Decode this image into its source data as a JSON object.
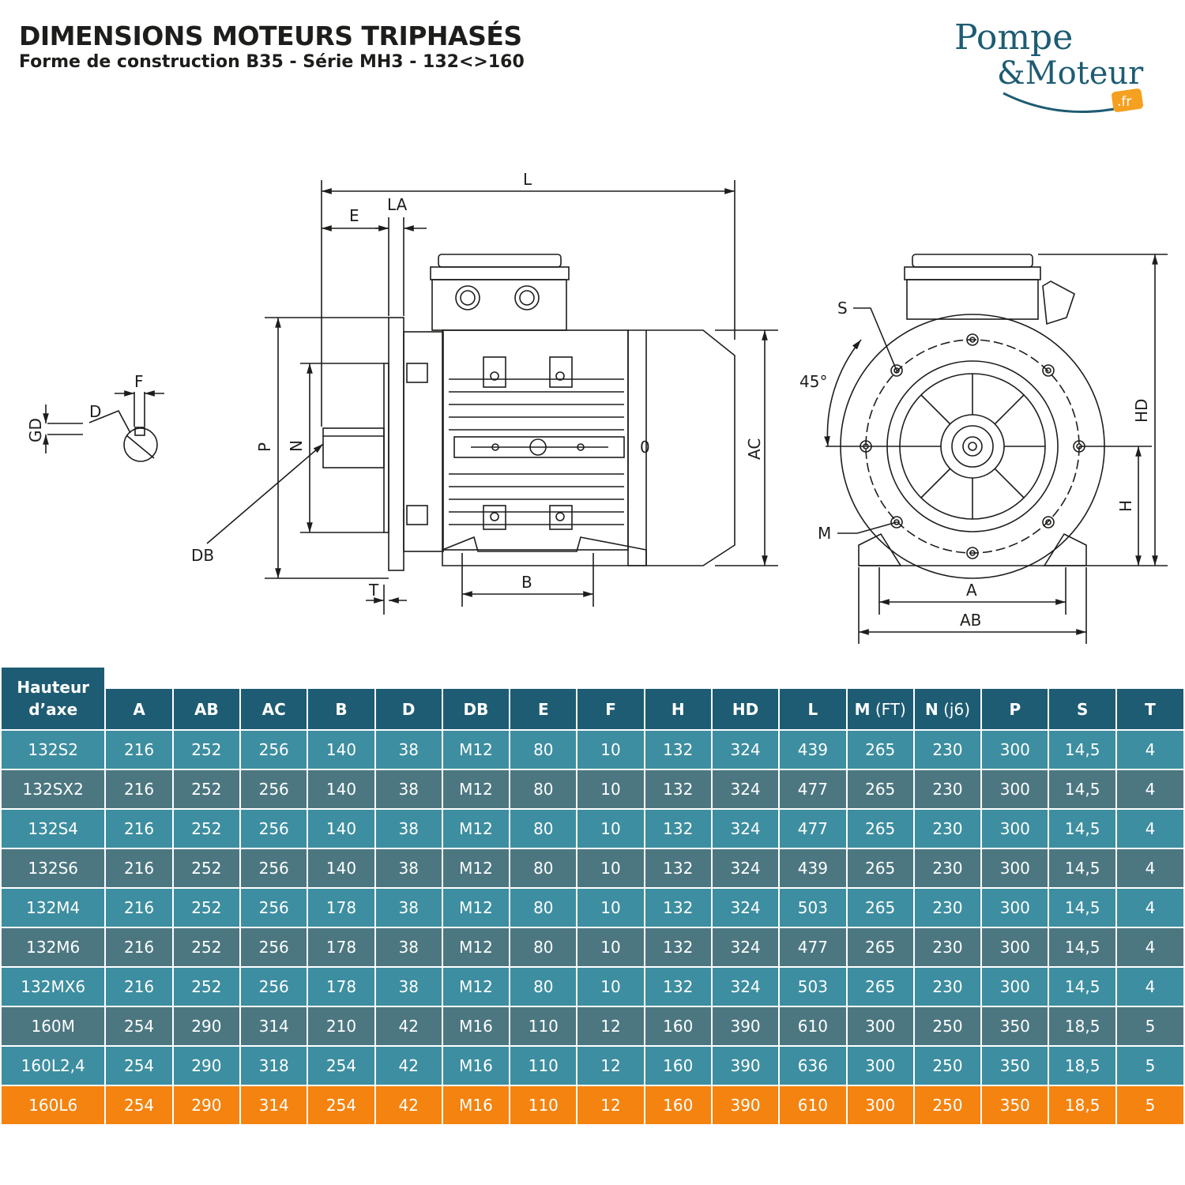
{
  "header": {
    "title": "DIMENSIONS MOTEURS TRIPHASÉS",
    "subtitle": "Forme de construction B35 - Série MH3 - 132<>160"
  },
  "logo": {
    "line1": "Pompe",
    "line2": "&Moteur",
    "badge": ".fr",
    "colors": {
      "text": "#1e5c73",
      "badge": "#f5a020"
    }
  },
  "drawing": {
    "labels": {
      "L": "L",
      "E": "E",
      "LA": "LA",
      "P": "P",
      "N": "N",
      "DB": "DB",
      "T": "T",
      "B": "B",
      "AC": "AC",
      "zero": "0",
      "F": "F",
      "D": "D",
      "GD": "GD",
      "S": "S",
      "angle": "45°",
      "M": "M",
      "HD": "HD",
      "H": "H",
      "A": "A",
      "AB": "AB"
    }
  },
  "table": {
    "colors": {
      "header": "#1e5c73",
      "row_light": "#3d8ea0",
      "row_dark": "#4c7781",
      "highlight": "#f5830f"
    },
    "first_header_line1": "Hauteur",
    "first_header_line2": "d’axe",
    "columns": [
      {
        "label": "A",
        "suffix": ""
      },
      {
        "label": "AB",
        "suffix": ""
      },
      {
        "label": "AC",
        "suffix": ""
      },
      {
        "label": "B",
        "suffix": ""
      },
      {
        "label": "D",
        "suffix": ""
      },
      {
        "label": "DB",
        "suffix": ""
      },
      {
        "label": "E",
        "suffix": ""
      },
      {
        "label": "F",
        "suffix": ""
      },
      {
        "label": "H",
        "suffix": ""
      },
      {
        "label": "HD",
        "suffix": ""
      },
      {
        "label": "L",
        "suffix": ""
      },
      {
        "label": "M",
        "suffix": " (FT)"
      },
      {
        "label": "N",
        "suffix": " (j6)"
      },
      {
        "label": "P",
        "suffix": ""
      },
      {
        "label": "S",
        "suffix": ""
      },
      {
        "label": "T",
        "suffix": ""
      }
    ],
    "rows": [
      [
        "132S2",
        "216",
        "252",
        "256",
        "140",
        "38",
        "M12",
        "80",
        "10",
        "132",
        "324",
        "439",
        "265",
        "230",
        "300",
        "14,5",
        "4"
      ],
      [
        "132SX2",
        "216",
        "252",
        "256",
        "140",
        "38",
        "M12",
        "80",
        "10",
        "132",
        "324",
        "477",
        "265",
        "230",
        "300",
        "14,5",
        "4"
      ],
      [
        "132S4",
        "216",
        "252",
        "256",
        "140",
        "38",
        "M12",
        "80",
        "10",
        "132",
        "324",
        "477",
        "265",
        "230",
        "300",
        "14,5",
        "4"
      ],
      [
        "132S6",
        "216",
        "252",
        "256",
        "140",
        "38",
        "M12",
        "80",
        "10",
        "132",
        "324",
        "439",
        "265",
        "230",
        "300",
        "14,5",
        "4"
      ],
      [
        "132M4",
        "216",
        "252",
        "256",
        "178",
        "38",
        "M12",
        "80",
        "10",
        "132",
        "324",
        "503",
        "265",
        "230",
        "300",
        "14,5",
        "4"
      ],
      [
        "132M6",
        "216",
        "252",
        "256",
        "178",
        "38",
        "M12",
        "80",
        "10",
        "132",
        "324",
        "477",
        "265",
        "230",
        "300",
        "14,5",
        "4"
      ],
      [
        "132MX6",
        "216",
        "252",
        "256",
        "178",
        "38",
        "M12",
        "80",
        "10",
        "132",
        "324",
        "503",
        "265",
        "230",
        "300",
        "14,5",
        "4"
      ],
      [
        "160M",
        "254",
        "290",
        "314",
        "210",
        "42",
        "M16",
        "110",
        "12",
        "160",
        "390",
        "610",
        "300",
        "250",
        "350",
        "18,5",
        "5"
      ],
      [
        "160L2,4",
        "254",
        "290",
        "318",
        "254",
        "42",
        "M16",
        "110",
        "12",
        "160",
        "390",
        "636",
        "300",
        "250",
        "350",
        "18,5",
        "5"
      ],
      [
        "160L6",
        "254",
        "290",
        "314",
        "254",
        "42",
        "M16",
        "110",
        "12",
        "160",
        "390",
        "610",
        "300",
        "250",
        "350",
        "18,5",
        "5"
      ]
    ],
    "highlighted_row": 9
  }
}
